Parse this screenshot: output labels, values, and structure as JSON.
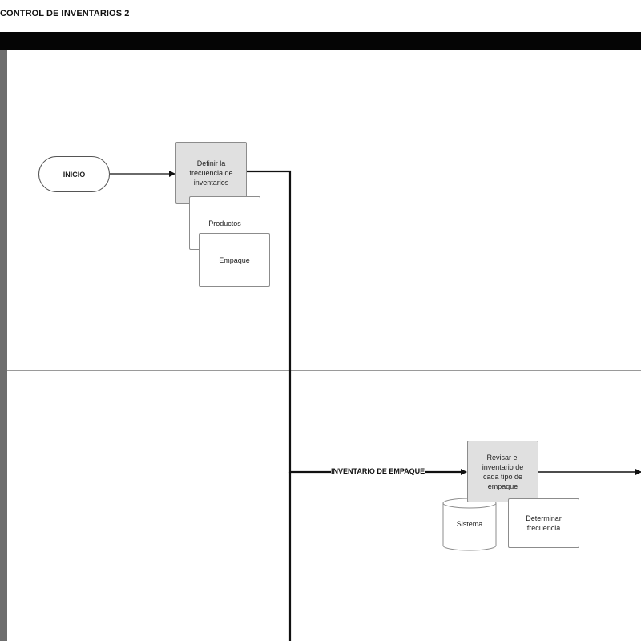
{
  "diagram": {
    "title": "CONTROL DE INVENTARIOS 2",
    "lane_1_label": "",
    "nodes": {
      "inicio": "INICIO",
      "definir": "Definir la frecuencia de inventarios",
      "productos": "Productos",
      "empaque": "Empaque",
      "revisar": "Revisar el inventario de cada tipo de empaque",
      "sistema": "Sistema",
      "determinar": "Determinar frecuencia"
    },
    "flow_label": "INVENTARIO DE EMPAQUE"
  }
}
